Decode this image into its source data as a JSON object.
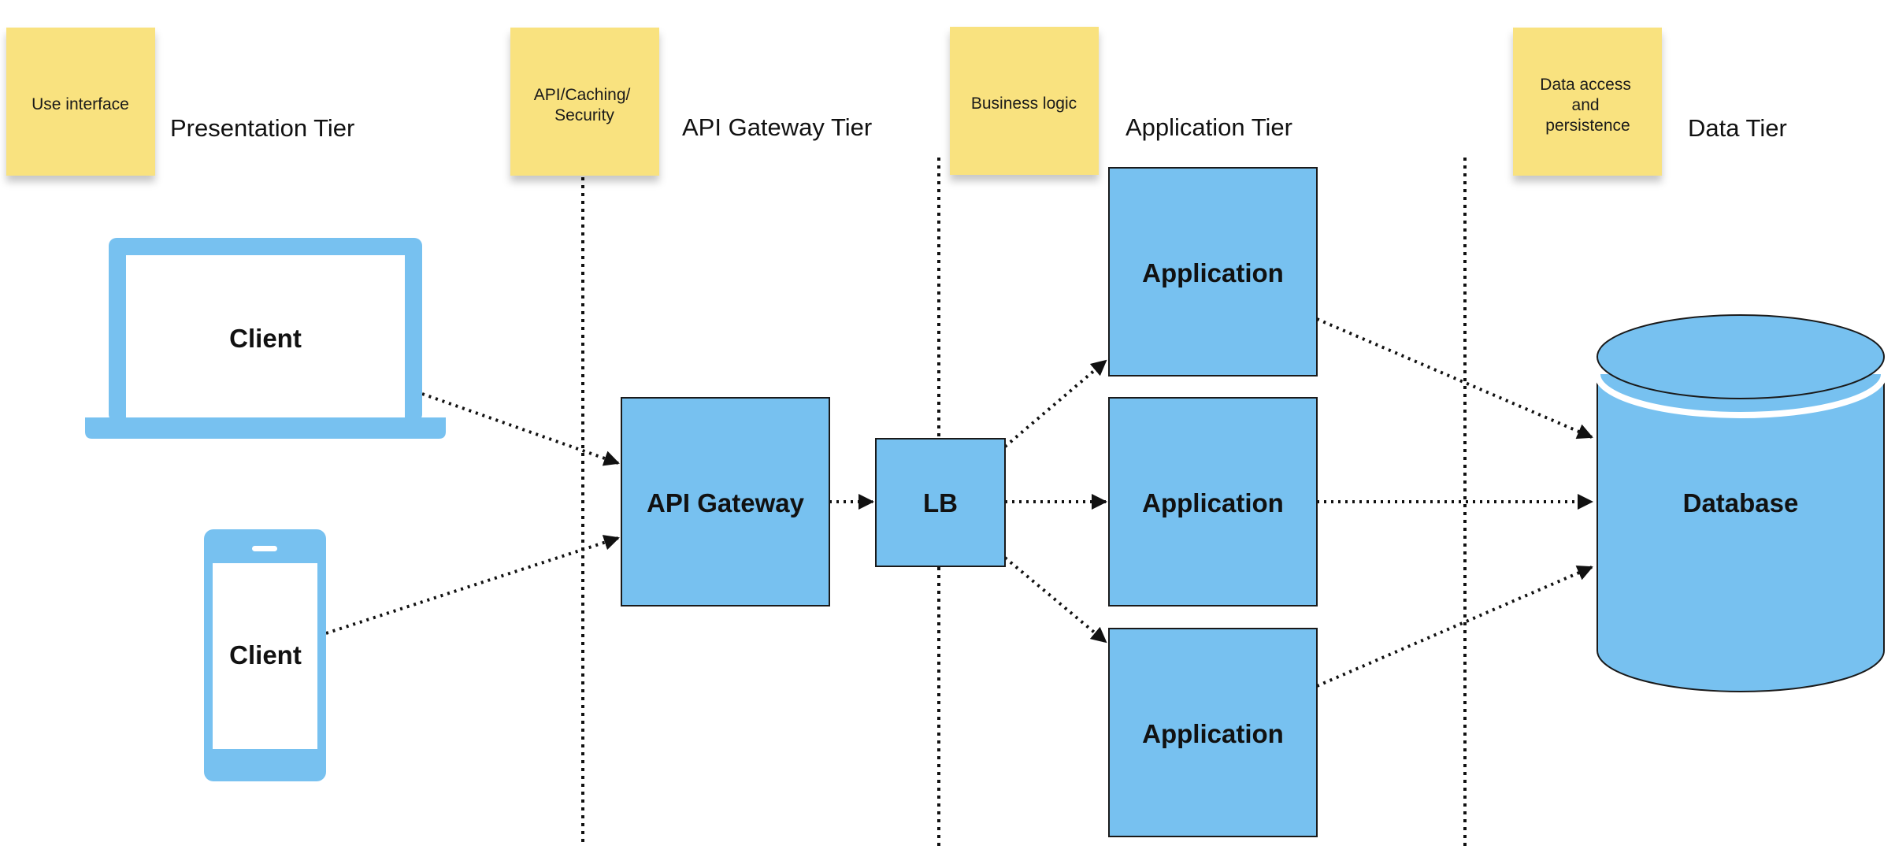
{
  "colors": {
    "sticky_fill": "#F9E27F",
    "node_fill": "#77C1F0",
    "node_stroke": "#1a1a1a",
    "connector": "#111111",
    "divider": "#111111",
    "screen": "#ffffff"
  },
  "tiers": [
    {
      "note": [
        "Use interface"
      ],
      "title": "Presentation Tier"
    },
    {
      "note": [
        "API/Caching/",
        "Security"
      ],
      "title": "API Gateway Tier"
    },
    {
      "note": [
        "Business logic"
      ],
      "title": "Application Tier"
    },
    {
      "note": [
        "Data access",
        "and",
        "persistence"
      ],
      "title": "Data Tier"
    }
  ],
  "nodes": {
    "laptop_client": "Client",
    "phone_client": "Client",
    "api_gateway": "API Gateway",
    "load_balancer": "LB",
    "application_1": "Application",
    "application_2": "Application",
    "application_3": "Application",
    "database": "Database"
  },
  "icons": {
    "laptop": "laptop-icon",
    "phone": "smartphone-icon",
    "database": "database-cylinder-icon"
  },
  "connections": [
    {
      "from": "laptop_client",
      "to": "api_gateway"
    },
    {
      "from": "phone_client",
      "to": "api_gateway"
    },
    {
      "from": "api_gateway",
      "to": "load_balancer"
    },
    {
      "from": "load_balancer",
      "to": "application_1"
    },
    {
      "from": "load_balancer",
      "to": "application_2"
    },
    {
      "from": "load_balancer",
      "to": "application_3"
    },
    {
      "from": "application_1",
      "to": "database"
    },
    {
      "from": "application_2",
      "to": "database"
    },
    {
      "from": "application_3",
      "to": "database"
    }
  ]
}
